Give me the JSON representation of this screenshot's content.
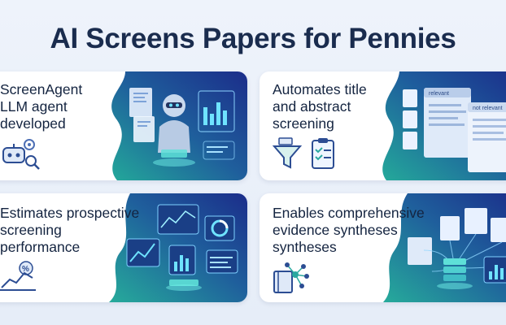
{
  "title": "AI Screens Papers for Pennies",
  "cards": [
    {
      "lines": [
        "ScreenAgent",
        "LLM agent",
        "developed"
      ],
      "icon": "robot-gear-magnifier-icon",
      "art": "ai-robot-documents-illustration"
    },
    {
      "lines": [
        "Automates title",
        "and abstract",
        "screening"
      ],
      "icons": [
        "funnel-documents-icon",
        "clipboard-checklist-icon"
      ],
      "art": "document-windows-illustration",
      "art_labels": [
        "relevant",
        "not relevant"
      ]
    },
    {
      "lines": [
        "Estimates prospective",
        "screening",
        "performance"
      ],
      "icon": "percent-chart-icon",
      "art": "analytics-dashboard-illustration"
    },
    {
      "lines": [
        "Enables comprehensive",
        "evidence syntheses",
        "syntheses"
      ],
      "icon": "book-network-icon",
      "art": "data-stack-network-illustration"
    }
  ],
  "colors": {
    "title": "#1a2c4e",
    "navy": "#1c2f8a",
    "teal": "#2aa8a0",
    "card": "#ffffff",
    "background": "#e9eff9"
  }
}
